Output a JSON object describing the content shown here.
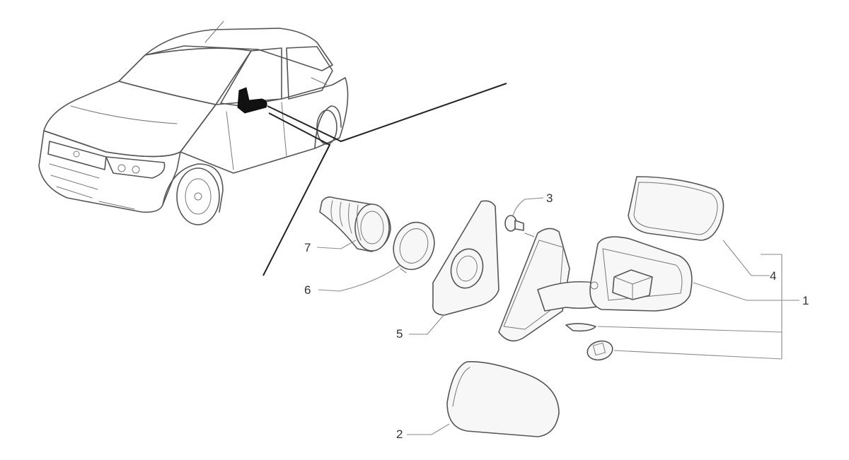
{
  "callouts": {
    "part_1": "1",
    "part_2": "2",
    "part_3": "3",
    "part_4": "4",
    "part_5": "5",
    "part_6": "6",
    "part_7": "7"
  },
  "colors": {
    "line": "#555555",
    "leader": "#8a8a8a",
    "mirror_base_highlight": "#111111",
    "background": "#ffffff"
  }
}
